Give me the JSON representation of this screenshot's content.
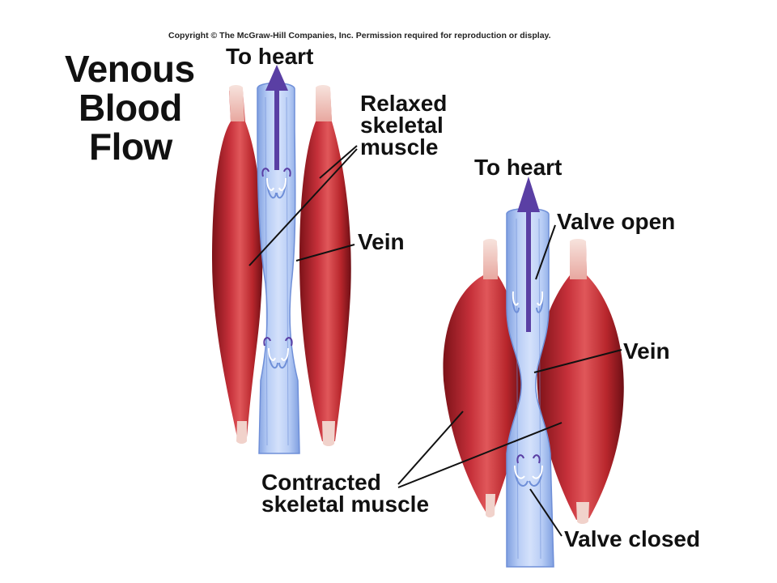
{
  "copyright": "Copyright © The McGraw-Hill Companies, Inc. Permission required for reproduction or display.",
  "title": [
    "Venous",
    "Blood",
    "Flow"
  ],
  "labels": {
    "to_heart_left": "To heart",
    "relaxed": [
      "Relaxed",
      "skeletal",
      "muscle"
    ],
    "vein_left": "Vein",
    "to_heart_right": "To heart",
    "valve_open": "Valve open",
    "vein_right": "Vein",
    "contracted": [
      "Contracted",
      "skeletal muscle"
    ],
    "valve_closed": "Valve closed"
  },
  "colors": {
    "muscle": "#b8262c",
    "muscle_dark": "#7c1218",
    "muscle_light": "#e3575a",
    "tendon": "#f3d6cf",
    "vein": "#a9c2f0",
    "vein_dark": "#6f8fd8",
    "arrow": "#5a3fa4"
  }
}
